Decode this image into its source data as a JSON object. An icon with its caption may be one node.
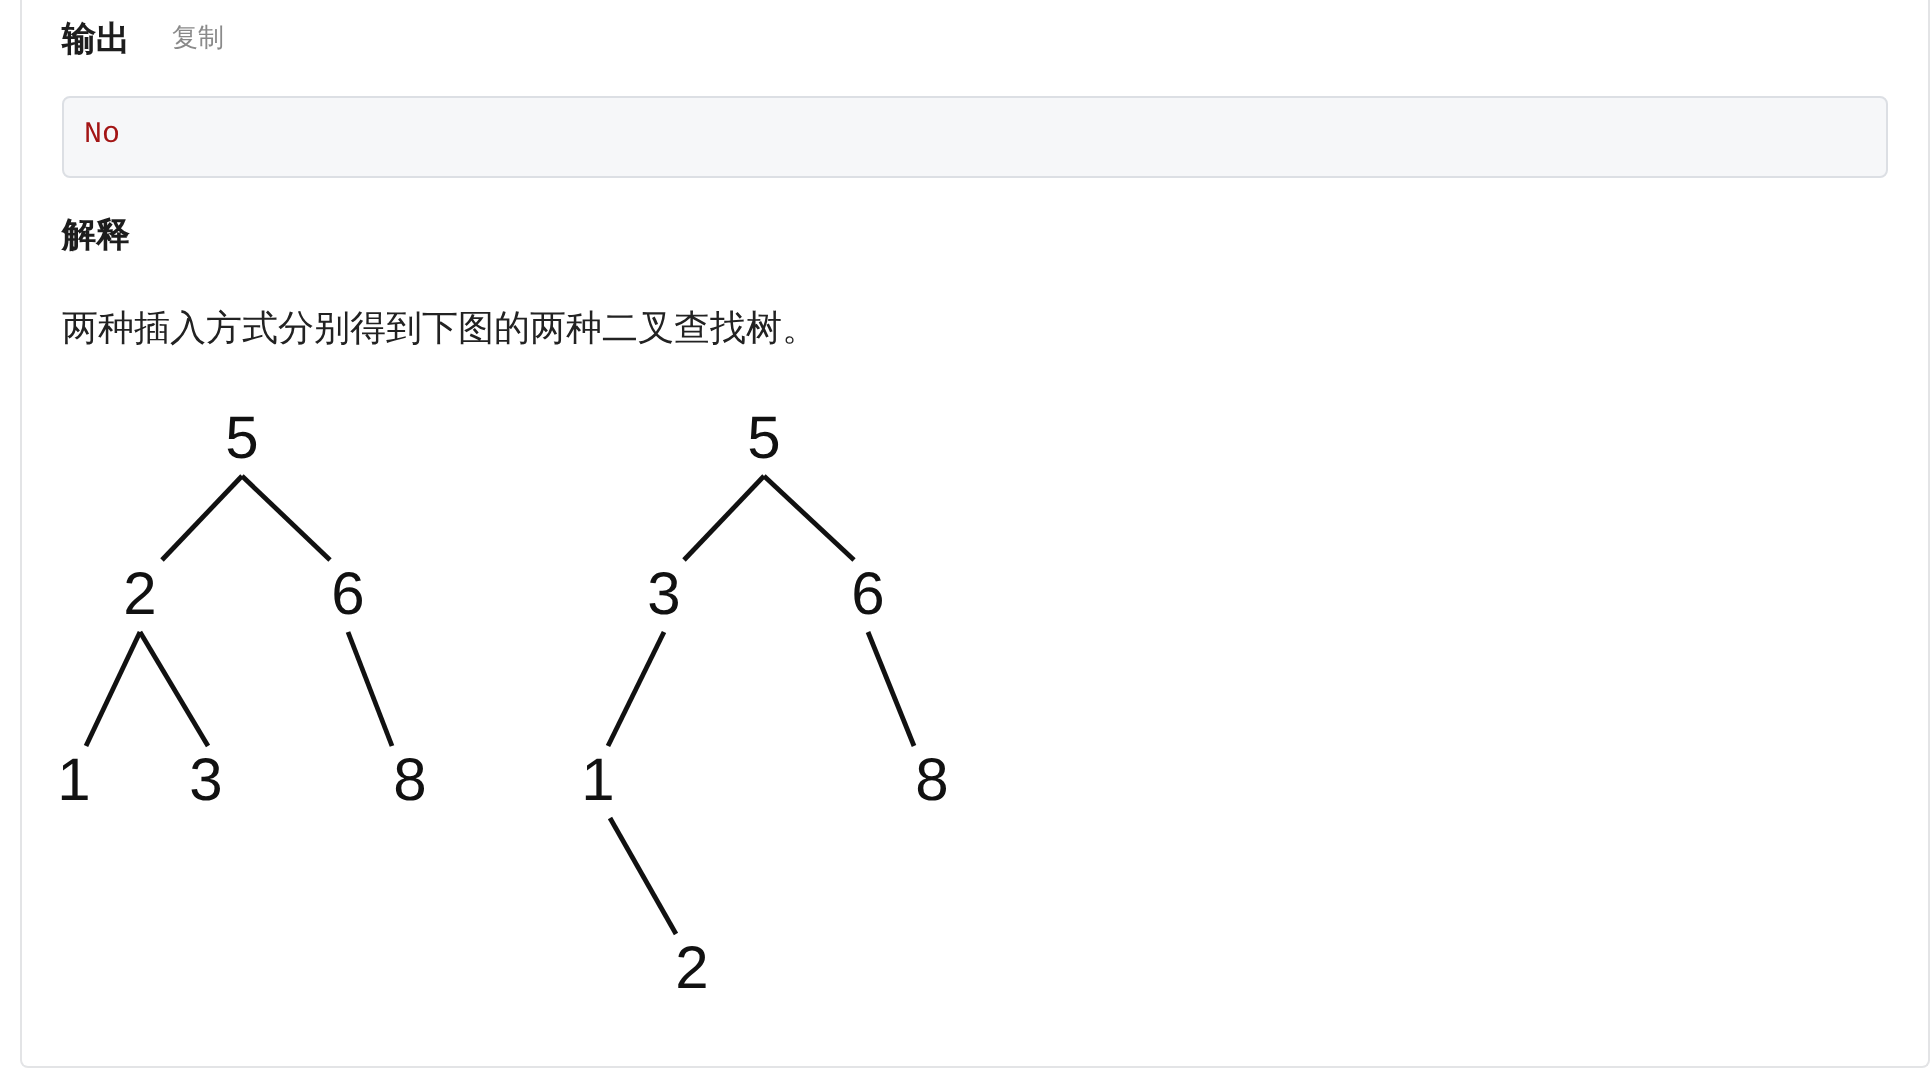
{
  "diagram": {
    "nodes": [
      {
        "text": [
          "No"
        ]
      },
      {
        "text": [
          "5"
        ]
      },
      {
        "text": [
          "2"
        ]
      },
      {
        "text": [
          "6"
        ]
      },
      {
        "text": [
          "1"
        ]
      },
      {
        "text": [
          "3"
        ]
      },
      {
        "text": [
          "8"
        ]
      },
      {
        "text": [
          "5"
        ]
      },
      {
        "text": [
          "3"
        ]
      },
      {
        "text": [
          "6"
        ]
      },
      {
        "text": [
          "1"
        ]
      },
      {
        "text": [
          "8"
        ]
      },
      {
        "text": [
          "2"
        ]
      }
    ],
    "edges": [
      {
        "from": 1,
        "to": 2,
        "arrow": "none"
      },
      {
        "from": 1,
        "to": 3,
        "arrow": "none"
      },
      {
        "from": 2,
        "to": 4,
        "arrow": "none"
      },
      {
        "from": 2,
        "to": 5,
        "arrow": "none"
      },
      {
        "from": 3,
        "to": 6,
        "arrow": "none"
      },
      {
        "from": 7,
        "to": 8,
        "arrow": "none"
      },
      {
        "from": 7,
        "to": 9,
        "arrow": "none"
      },
      {
        "from": 8,
        "to": 10,
        "arrow": "none"
      },
      {
        "from": 9,
        "to": 11,
        "arrow": "none"
      },
      {
        "from": 10,
        "to": 12,
        "arrow": "none"
      }
    ],
    "labels": [
      "输出",
      "复制",
      "解释",
      "两种插入方式分别得到下图的两种二叉查找树。"
    ]
  }
}
